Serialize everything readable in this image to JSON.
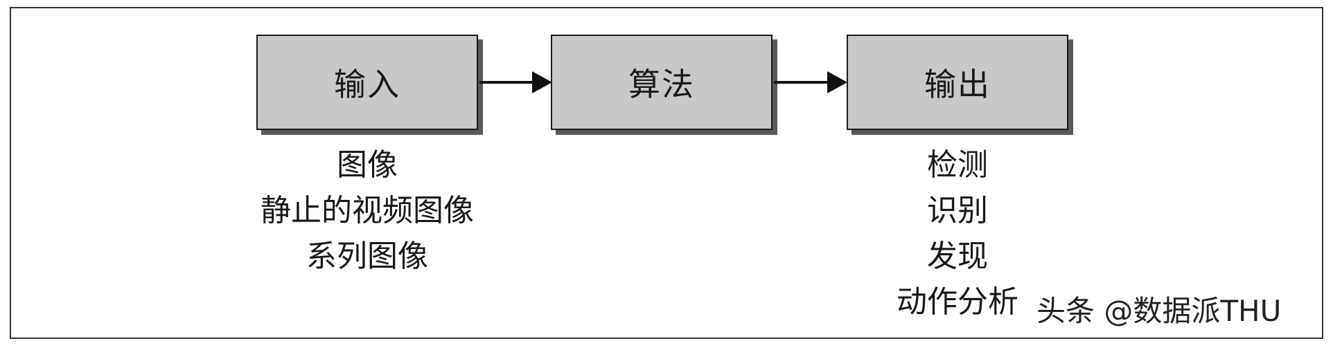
{
  "nodes": {
    "input": "输入",
    "algorithm": "算法",
    "output": "输出"
  },
  "input_items": [
    "图像",
    "静止的视频图像",
    "系列图像"
  ],
  "output_items": [
    "检测",
    "识别",
    "发现",
    "动作分析"
  ],
  "watermark": "头条 @数据派THU",
  "colors": {
    "box_fill": "#c8c8c8",
    "box_border": "#1a1a1a",
    "box_shadow": "#5a5a5a",
    "arrow": "#111111"
  }
}
